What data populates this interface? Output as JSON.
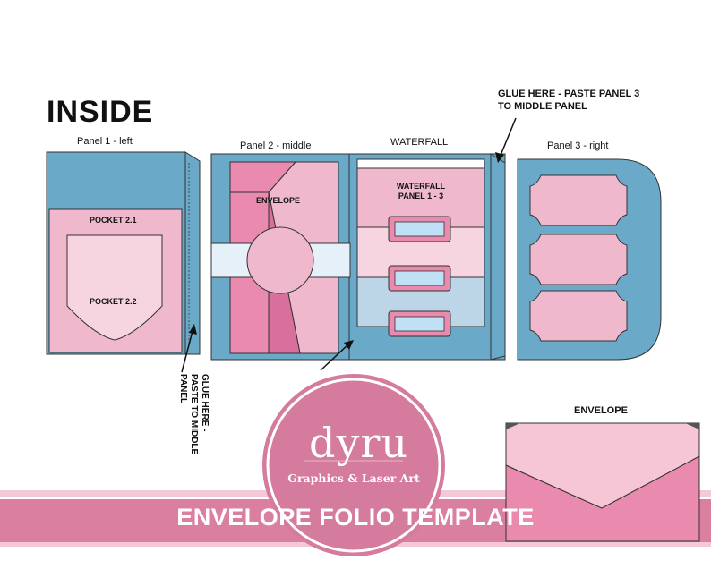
{
  "heading": "INSIDE",
  "labels": {
    "panel1": "Panel 1 - left",
    "panel2": "Panel 2 - middle",
    "waterfall": "WATERFALL",
    "panel3": "Panel 3 - right",
    "pocket21": "POCKET 2.1",
    "pocket22": "POCKET 2.2",
    "envelope_inner": "ENVELOPE",
    "waterfall_panel": "WATERFALL\nPANEL 1 - 3",
    "envelope_bottom": "ENVELOPE"
  },
  "notes": {
    "glue_top_line1": "GLUE HERE - PASTE PANEL 3",
    "glue_top_line2": "TO MIDDLE PANEL",
    "glue_side_line1": "GLUE HERE -",
    "glue_side_line2": "PASTE TO MIDDLE",
    "glue_side_line3": "PANEL"
  },
  "brand": {
    "logo_text": "dyru",
    "tagline": "Graphics & Laser Art"
  },
  "banner": "ENVELOPE FOLIO TEMPLATE",
  "colors": {
    "blue": "#6aaac8",
    "pink_light": "#f0b8cc",
    "pink_pale": "#f6d5e1",
    "pink_mid": "#e98aae",
    "pink_dark": "#d96f9c",
    "light_blue": "#bcd6e8",
    "pale_blue": "#e6f0f8",
    "banner": "#db7fa1",
    "logo_circle": "#d47b9e"
  }
}
